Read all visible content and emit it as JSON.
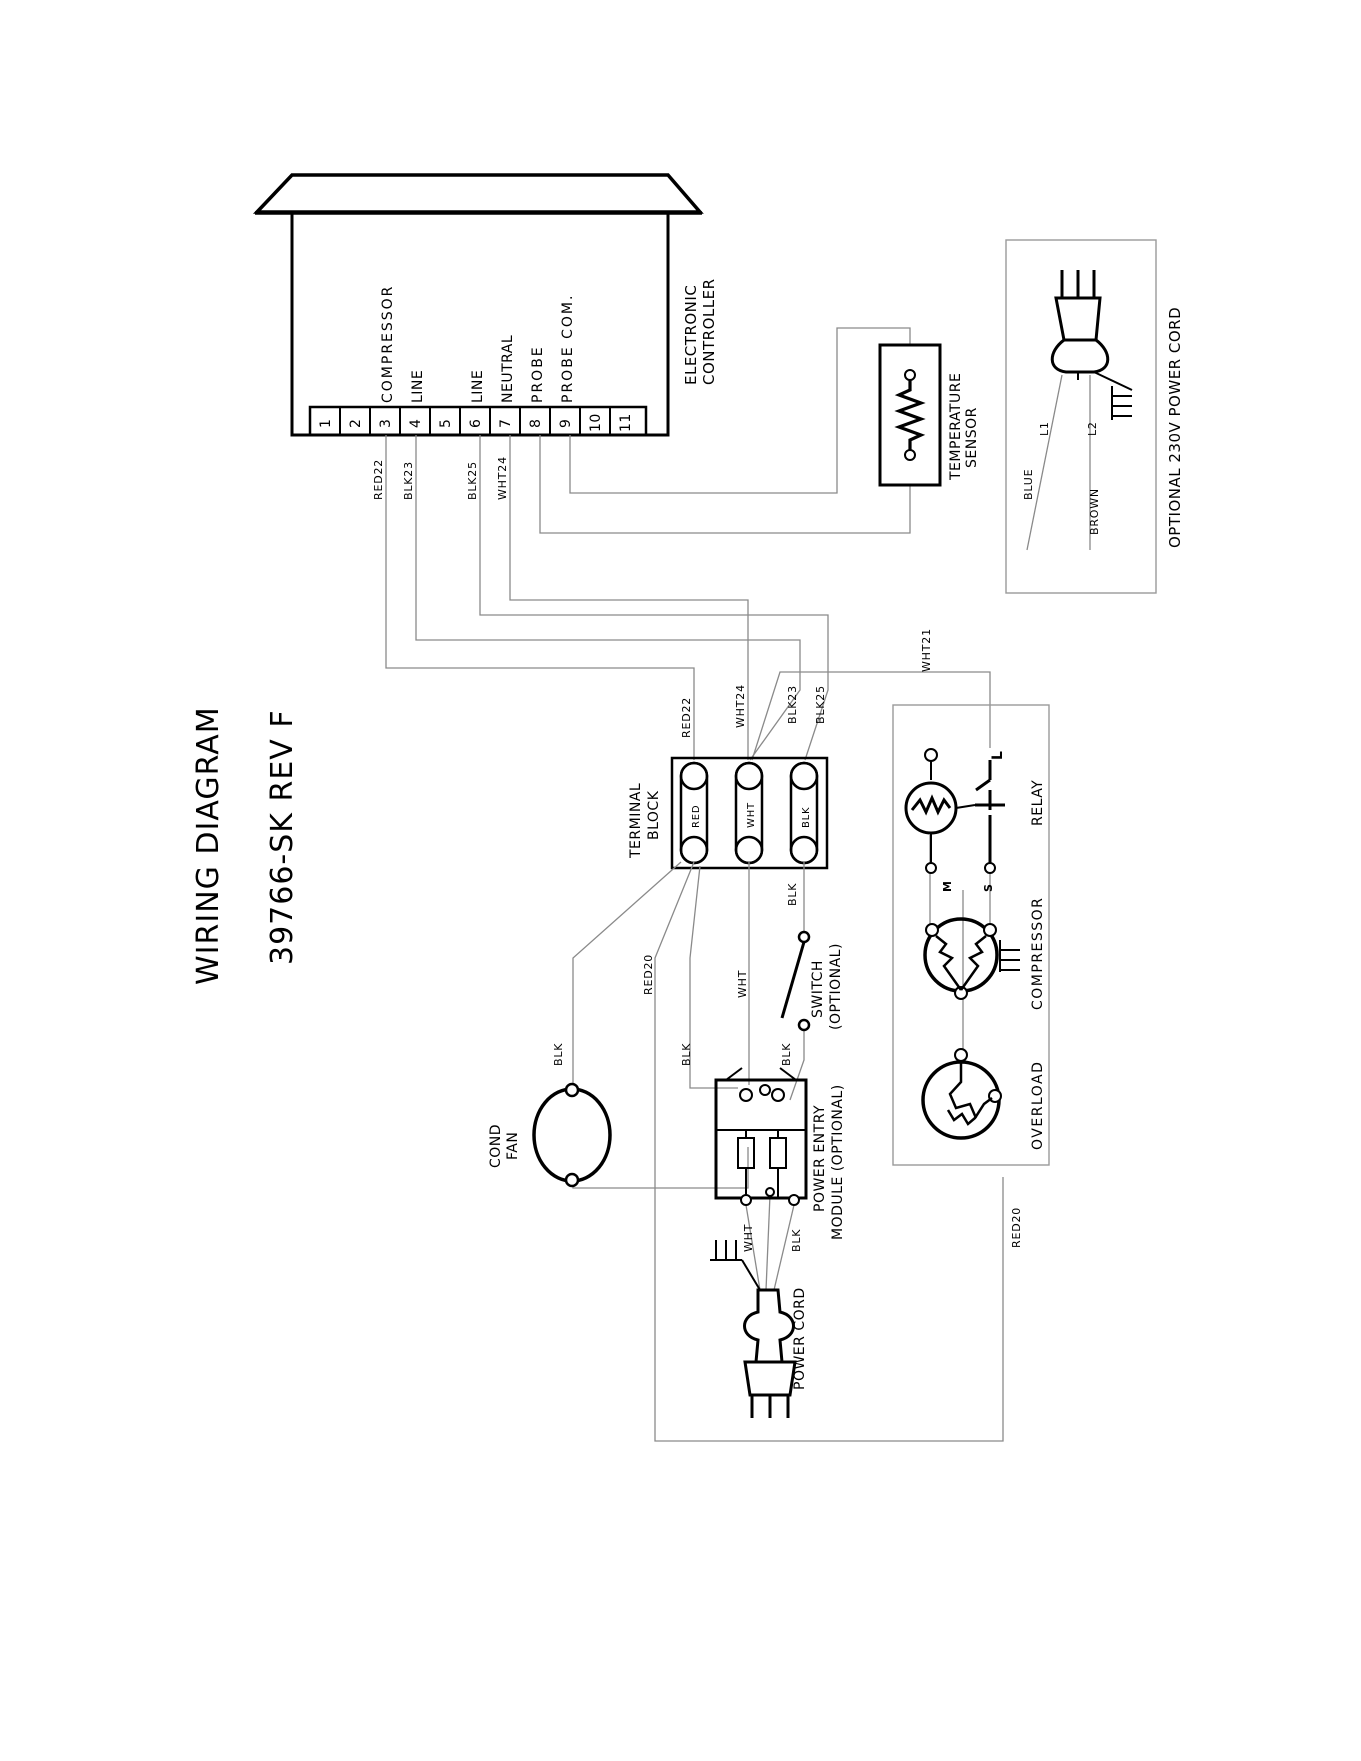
{
  "title": {
    "line1": "WIRING DIAGRAM",
    "line2": "39766-SK  REV F"
  },
  "controller": {
    "label_line1": "ELECTRONIC",
    "label_line2": "CONTROLLER",
    "terminals": [
      "1",
      "2",
      "3",
      "4",
      "5",
      "6",
      "7",
      "8",
      "9",
      "10",
      "11"
    ],
    "functions": {
      "t3": "COMPRESSOR",
      "t4": "LINE",
      "t6": "LINE",
      "t7": "NEUTRAL",
      "t8": "PROBE",
      "t9": "PROBE COM."
    }
  },
  "wires": {
    "red22": "RED22",
    "blk23": "BLK23",
    "blk25": "BLK25",
    "wht24": "WHT24",
    "wht21": "WHT21",
    "red20": "RED20",
    "blk": "BLK",
    "wht": "WHT"
  },
  "temperature_sensor": {
    "line1": "TEMPERATURE",
    "line2": "SENSOR"
  },
  "power_cord_230": {
    "label": "OPTIONAL 230V POWER CORD",
    "blue": "BLUE",
    "brown": "BROWN",
    "l1": "L1",
    "l2": "L2"
  },
  "terminal_block": {
    "line1": "TERMINAL",
    "line2": "BLOCK",
    "red": "RED",
    "wht": "WHT",
    "blk": "BLK"
  },
  "cond_fan": {
    "line1": "COND",
    "line2": "FAN"
  },
  "switch": {
    "line1": "SWITCH",
    "line2": "(OPTIONAL)"
  },
  "power_entry_module": {
    "line1": "POWER ENTRY",
    "line2": "MODULE (OPTIONAL)"
  },
  "power_cord": {
    "label": "POWER CORD"
  },
  "compressor_group": {
    "relay": "RELAY",
    "compressor": "COMPRESSOR",
    "overload": "OVERLOAD",
    "relay_l": "L",
    "relay_m": "M",
    "relay_s": "S"
  }
}
